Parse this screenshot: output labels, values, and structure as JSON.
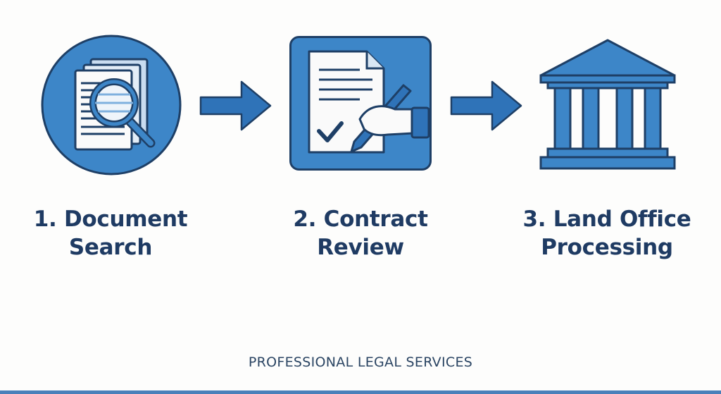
{
  "steps": [
    {
      "number": "1.",
      "line1": "1. Document",
      "line2": "Search",
      "icon": "document-search-icon"
    },
    {
      "number": "2.",
      "line1": "2. Contract",
      "line2": "Review",
      "icon": "contract-sign-icon"
    },
    {
      "number": "3.",
      "line1": "3. Land Office",
      "line2": "Processing",
      "icon": "government-building-icon"
    }
  ],
  "footer": "PROFESSIONAL LEGAL SERVICES",
  "colors": {
    "primary": "#3d86c8",
    "outline": "#1e3f66",
    "text": "#1f3b63",
    "light": "#c9dcf0"
  }
}
